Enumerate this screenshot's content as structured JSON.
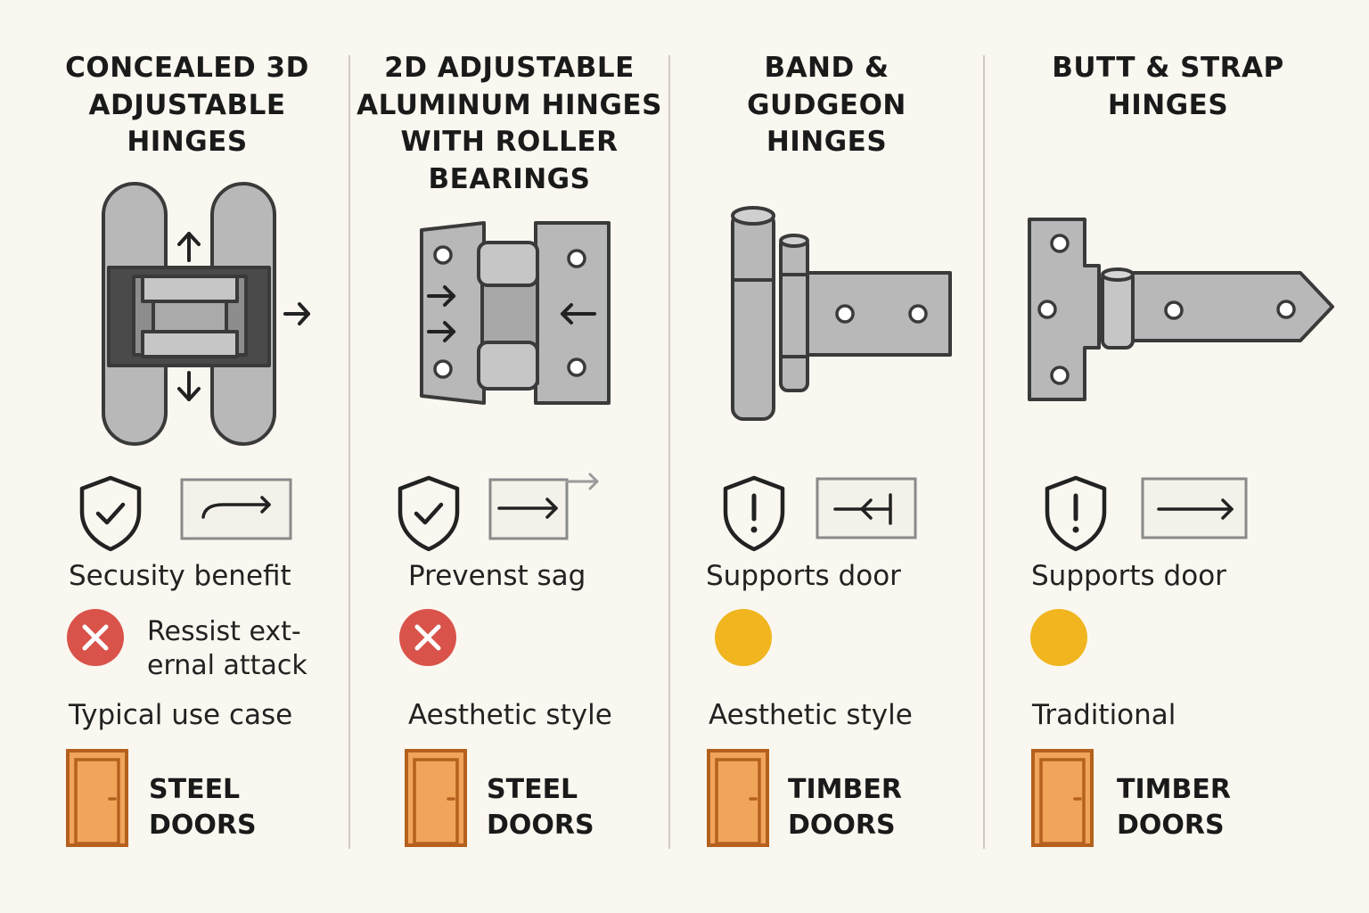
{
  "columns": [
    {
      "title": "CONCEALED 3D\nADJUSTABLE\nHINGES",
      "hinge_icon": "concealed-3d-hinge-icon",
      "benefit_icon": "shield-check-icon",
      "action_icon": "curved-arrow-icon",
      "benefit": "Secusity benefit",
      "status_icon": "red-x-icon",
      "note": "Ressist ext-\nernal attack",
      "use_label": "Typical use case",
      "door_icon": "door-icon",
      "door_type": "STEEL\nDOORS"
    },
    {
      "title": "2D ADJUSTABLE\nALUMINUM HINGES\nWITH ROLLER\nBEARINGS",
      "hinge_icon": "roller-bearing-hinge-icon",
      "benefit_icon": "shield-check-icon",
      "action_icon": "arrow-right-icon",
      "benefit": "Prevenst sag",
      "status_icon": "red-x-icon",
      "note": "",
      "use_label": "Aesthetic style",
      "door_icon": "door-icon",
      "door_type": "STEEL\nDOORS"
    },
    {
      "title": "BAND &\nGUDGEON\nHINGES",
      "hinge_icon": "band-gudgeon-hinge-icon",
      "benefit_icon": "shield-exclamation-icon",
      "action_icon": "arrow-left-stop-icon",
      "benefit": "Supports door",
      "status_icon": "yellow-dot-icon",
      "note": "",
      "use_label": "Aesthetic style",
      "door_icon": "door-icon",
      "door_type": "TIMBER\nDOORS"
    },
    {
      "title": "BUTT & STRAP\nHINGES",
      "hinge_icon": "butt-strap-hinge-icon",
      "benefit_icon": "shield-exclamation-icon",
      "action_icon": "arrow-right-icon",
      "benefit": "Supports door",
      "status_icon": "yellow-dot-icon",
      "note": "",
      "use_label": "Traditional",
      "door_icon": "door-icon",
      "door_type": "TIMBER\nDOORS"
    }
  ],
  "colors": {
    "background": "#faf7f0",
    "metal": "#b8b8b8",
    "outline": "#3a3a3a",
    "red": "#d9534a",
    "yellow": "#f0b51f",
    "door": "#f0a55a",
    "door_outline": "#b4611e"
  }
}
